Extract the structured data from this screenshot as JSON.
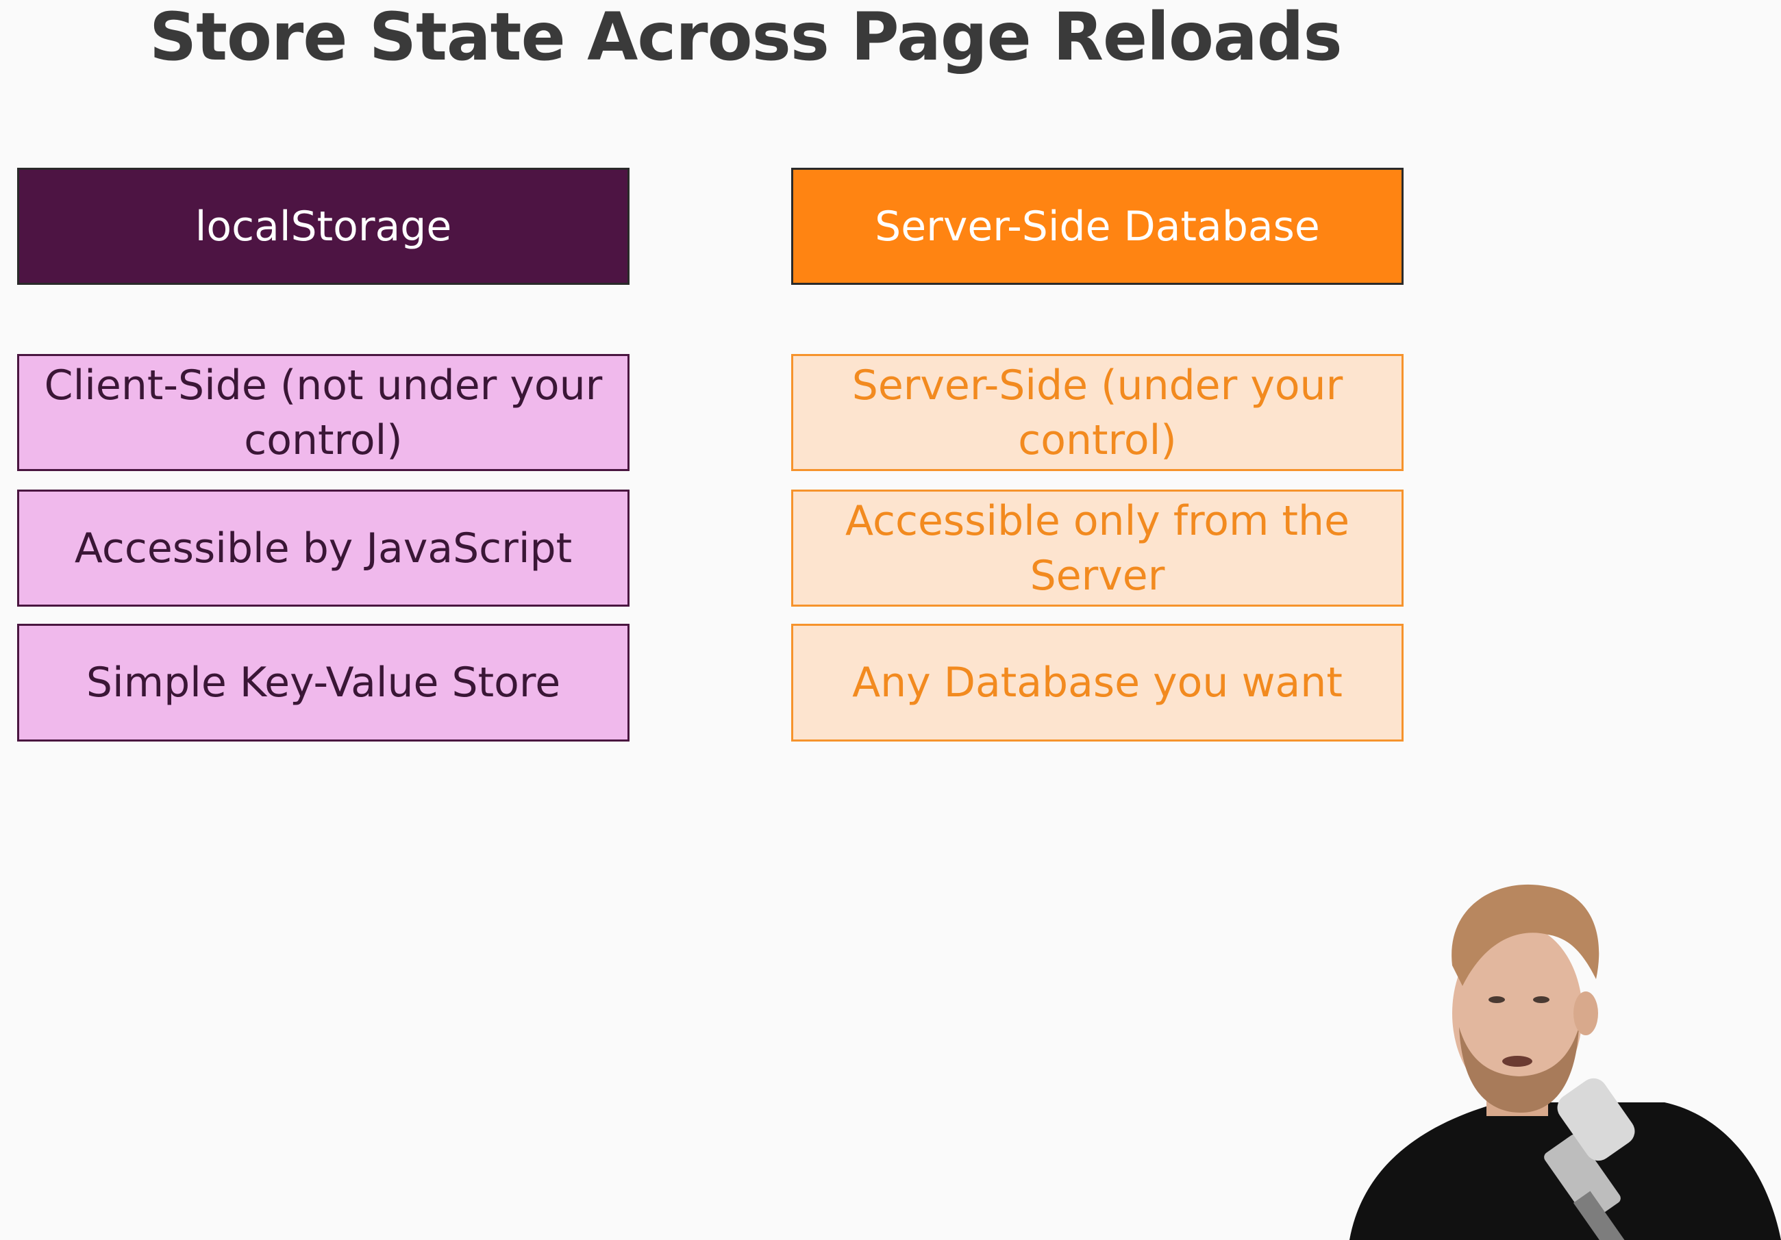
{
  "slide": {
    "title": "Store State Across Page Reloads"
  },
  "left_column": {
    "header": "localStorage",
    "items": [
      "Client-Side (not under your control)",
      "Accessible by JavaScript",
      "Simple Key-Value Store"
    ]
  },
  "right_column": {
    "header": "Server-Side Database",
    "items": [
      "Server-Side (under your control)",
      "Accessible only from the Server",
      "Any Database you want"
    ]
  },
  "colors": {
    "background": "#fafafa",
    "title": "#3a3a3a",
    "left_header": "#4d1443",
    "left_item_fill": "#f0b9ec",
    "right_header": "#ff8412",
    "right_item_fill": "#fde4cf",
    "right_item_text": "#f28a1f"
  }
}
